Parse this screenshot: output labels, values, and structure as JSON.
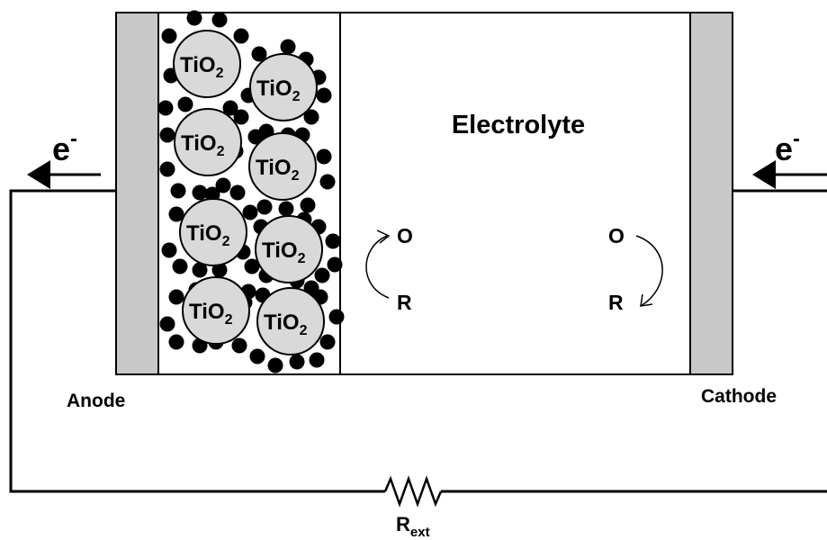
{
  "labels": {
    "electrolyte": "Electrolyte",
    "anode": "Anode",
    "cathode": "Cathode",
    "electron": "e",
    "electron_sup": "-",
    "oxidized": "O",
    "reduced": "R",
    "resistor_main": "R",
    "resistor_sub": "ext"
  },
  "particles": {
    "formula_main": "TiO",
    "formula_sub": "2"
  },
  "colors": {
    "electrode_fill": "#c8c8c8",
    "particle_fill": "#d9d9d9",
    "stroke": "#000000"
  }
}
